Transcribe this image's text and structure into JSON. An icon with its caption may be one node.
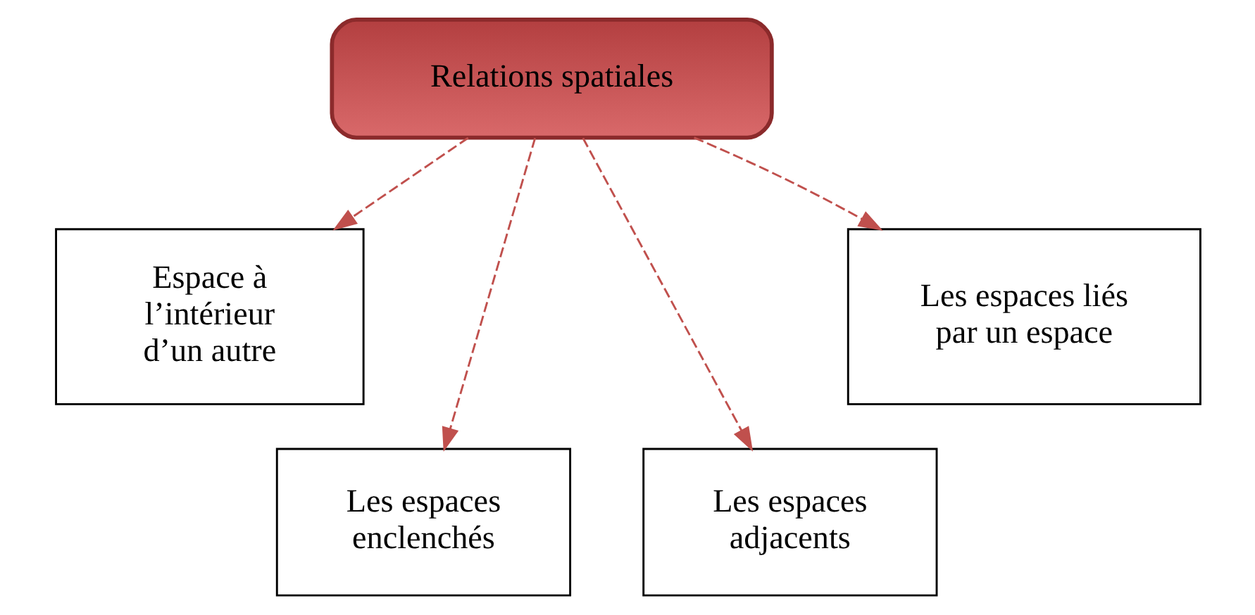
{
  "diagram": {
    "nodes": [
      {
        "text": [
          "Relations spatiales"
        ]
      },
      {
        "text": [
          "Espace à l’intérieur d’un autre"
        ]
      },
      {
        "text": [
          "Les espaces enclenchés"
        ]
      },
      {
        "text": [
          "Les espaces adjacents"
        ]
      },
      {
        "text": [
          "Les espaces liés par un espace"
        ]
      }
    ],
    "edges": [
      {
        "from": 0,
        "to": 1,
        "arrow": "to",
        "style": "dashed"
      },
      {
        "from": 0,
        "to": 2,
        "arrow": "to",
        "style": "dashed"
      },
      {
        "from": 0,
        "to": 3,
        "arrow": "to",
        "style": "dashed"
      },
      {
        "from": 0,
        "to": 4,
        "arrow": "to",
        "style": "dashed"
      }
    ]
  }
}
